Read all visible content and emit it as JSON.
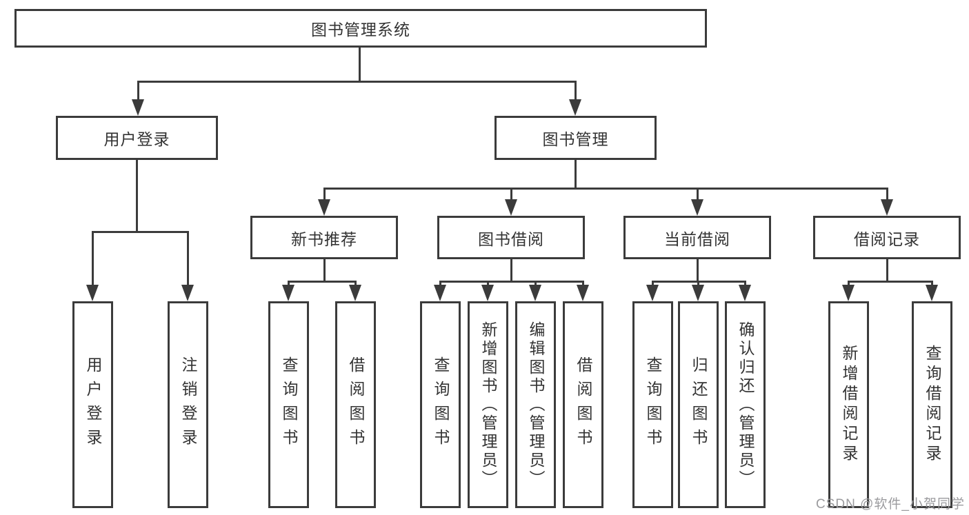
{
  "colors": {
    "line": "#3b3b3b",
    "text": "#333333",
    "watermark": "#9b9b9e"
  },
  "watermark": "CSDN @软件_小贺同学",
  "tree": {
    "root": "图书管理系统",
    "level2": [
      {
        "label": "用户登录",
        "children": [
          "用户登录",
          "注销登录"
        ]
      },
      {
        "label": "图书管理",
        "children": [
          {
            "label": "新书推荐",
            "children": [
              "查询图书",
              "借阅图书"
            ]
          },
          {
            "label": "图书借阅",
            "children": [
              "查询图书",
              "新增图书（管理员）",
              "编辑图书（管理员）",
              "借阅图书"
            ]
          },
          {
            "label": "当前借阅",
            "children": [
              "查询图书",
              "归还图书",
              "确认归还（管理员）"
            ]
          },
          {
            "label": "借阅记录",
            "children": [
              "新增借阅记录",
              "查询借阅记录"
            ]
          }
        ]
      }
    ]
  }
}
